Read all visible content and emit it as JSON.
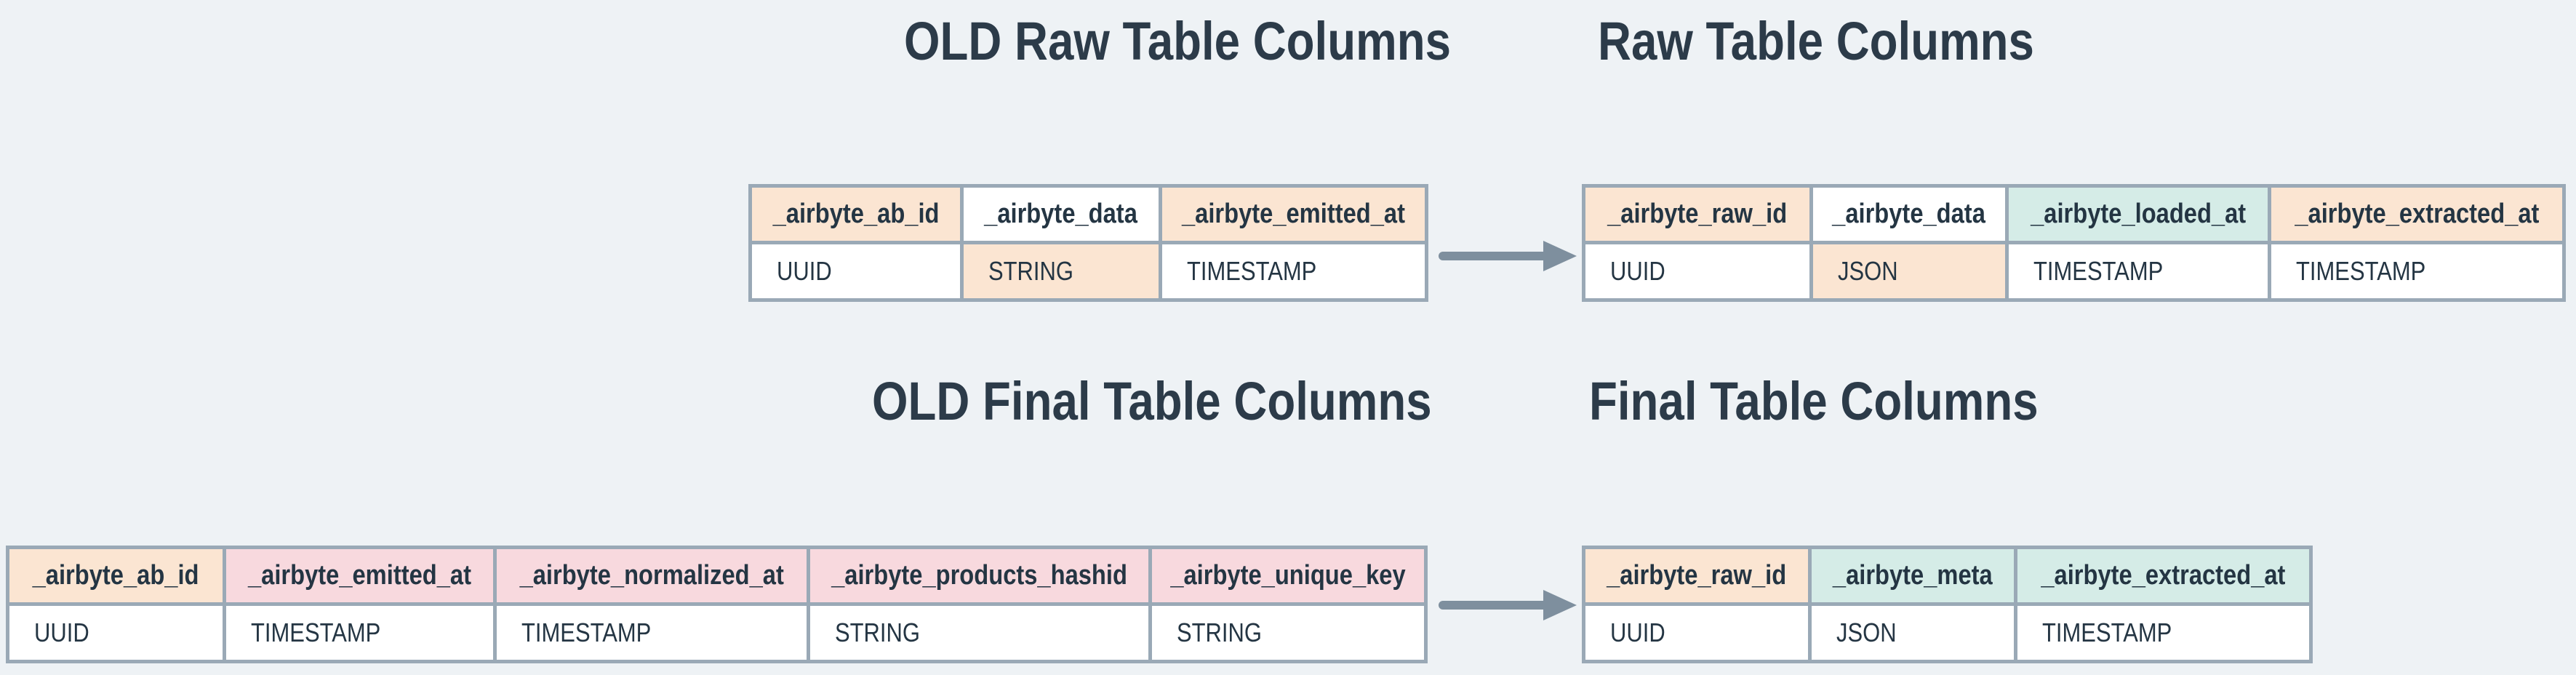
{
  "titles": {
    "old_raw": "OLD Raw Table Columns",
    "raw": "Raw Table Columns",
    "old_final": "OLD Final Table Columns",
    "final": "Final Table Columns"
  },
  "colors": {
    "background": "#eef2f5",
    "table_border": "#9aa9b6",
    "arrow": "#7e8f9e",
    "cell_text": "#243543",
    "title_text": "#2c3b49",
    "peach": "#fbe5d2",
    "pink": "#f8d9de",
    "teal": "#d5ece7",
    "white": "#ffffff"
  },
  "icons": {
    "migration_arrow": "right-arrow"
  },
  "tables": {
    "old_raw": {
      "columns": [
        {
          "name": "_airbyte_ab_id",
          "type": "UUID",
          "name_bg": "peach",
          "type_bg": "white"
        },
        {
          "name": "_airbyte_data",
          "type": "STRING",
          "name_bg": "white",
          "type_bg": "peach"
        },
        {
          "name": "_airbyte_emitted_at",
          "type": "TIMESTAMP",
          "name_bg": "peach",
          "type_bg": "white"
        }
      ]
    },
    "raw": {
      "columns": [
        {
          "name": "_airbyte_raw_id",
          "type": "UUID",
          "name_bg": "peach",
          "type_bg": "white"
        },
        {
          "name": "_airbyte_data",
          "type": "JSON",
          "name_bg": "white",
          "type_bg": "peach"
        },
        {
          "name": "_airbyte_loaded_at",
          "type": "TIMESTAMP",
          "name_bg": "teal",
          "type_bg": "white"
        },
        {
          "name": "_airbyte_extracted_at",
          "type": "TIMESTAMP",
          "name_bg": "peach",
          "type_bg": "white"
        }
      ]
    },
    "old_final": {
      "columns": [
        {
          "name": "_airbyte_ab_id",
          "type": "UUID",
          "name_bg": "peach",
          "type_bg": "white"
        },
        {
          "name": "_airbyte_emitted_at",
          "type": "TIMESTAMP",
          "name_bg": "pink",
          "type_bg": "white"
        },
        {
          "name": "_airbyte_normalized_at",
          "type": "TIMESTAMP",
          "name_bg": "pink",
          "type_bg": "white"
        },
        {
          "name": "_airbyte_products_hashid",
          "type": "STRING",
          "name_bg": "pink",
          "type_bg": "white"
        },
        {
          "name": "_airbyte_unique_key",
          "type": "STRING",
          "name_bg": "pink",
          "type_bg": "white"
        }
      ]
    },
    "final": {
      "columns": [
        {
          "name": "_airbyte_raw_id",
          "type": "UUID",
          "name_bg": "peach",
          "type_bg": "white"
        },
        {
          "name": "_airbyte_meta",
          "type": "JSON",
          "name_bg": "teal",
          "type_bg": "white"
        },
        {
          "name": "_airbyte_extracted_at",
          "type": "TIMESTAMP",
          "name_bg": "teal",
          "type_bg": "white"
        }
      ]
    }
  }
}
